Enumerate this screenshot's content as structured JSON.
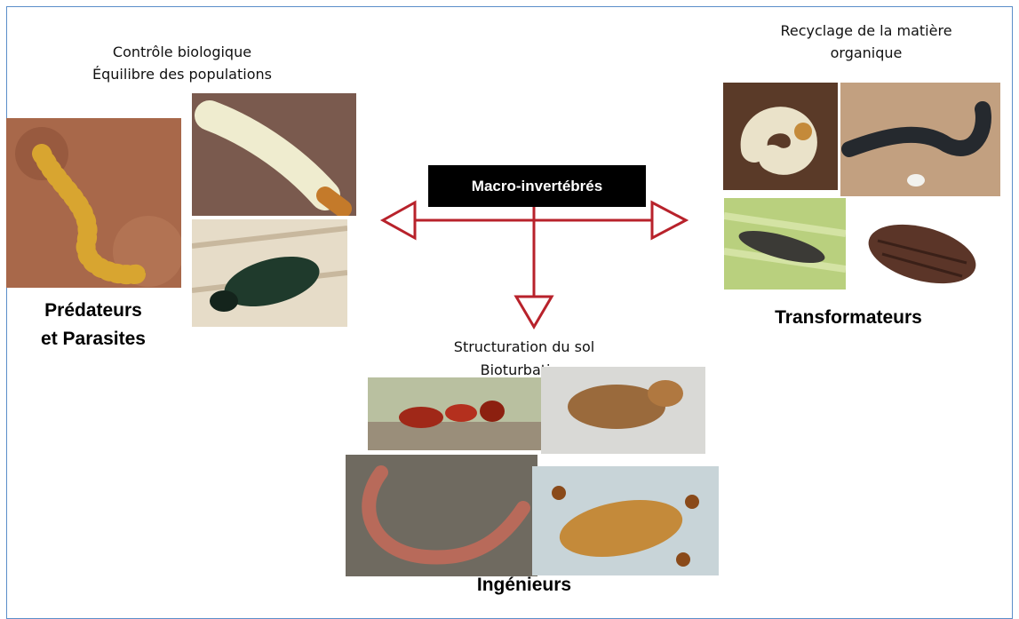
{
  "center": {
    "label": "Macro-invertébrés"
  },
  "groups": {
    "left": {
      "role_line1": "Contrôle biologique",
      "role_line2": "Équilibre des populations",
      "name_line1": "Prédateurs",
      "name_line2": "et Parasites"
    },
    "right": {
      "role_line1": "Recyclage de la matière",
      "role_line2": "organique",
      "name": "Transformateurs"
    },
    "bottom": {
      "role_line1": "Structuration du sol",
      "role_line2": "Bioturbation",
      "name": "Ingénieurs"
    }
  },
  "photos": [
    {
      "group": "left",
      "subject": "centipede"
    },
    {
      "group": "left",
      "subject": "larva"
    },
    {
      "group": "left",
      "subject": "ground-beetle"
    },
    {
      "group": "right",
      "subject": "white-grub"
    },
    {
      "group": "right",
      "subject": "millipede"
    },
    {
      "group": "right",
      "subject": "click-beetle"
    },
    {
      "group": "right",
      "subject": "woodlouse"
    },
    {
      "group": "bottom",
      "subject": "ant"
    },
    {
      "group": "bottom",
      "subject": "termite"
    },
    {
      "group": "bottom",
      "subject": "earthworm"
    },
    {
      "group": "bottom",
      "subject": "termite-queen"
    }
  ],
  "colors": {
    "arrow": "#b8222b",
    "frame": "#5b8ec9",
    "box": "#000000"
  }
}
